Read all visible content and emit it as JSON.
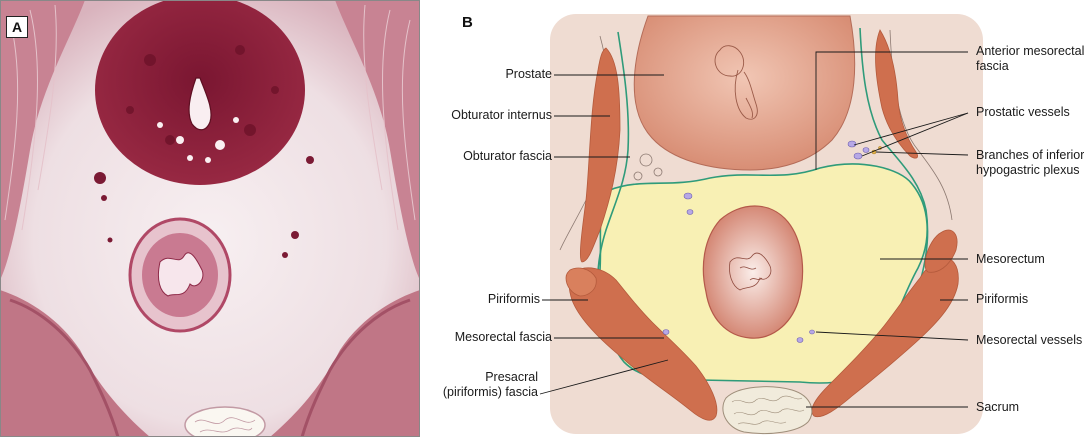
{
  "panel_a": {
    "letter": "A"
  },
  "panel_b": {
    "letter": "B",
    "labels_left": {
      "prostate": "Prostate",
      "obturator_internus": "Obturator internus",
      "obturator_fascia": "Obturator fascia",
      "piriformis": "Piriformis",
      "mesorectal_fascia": "Mesorectal fascia",
      "presacral_line1": "Presacral",
      "presacral_line2": "(piriformis) fascia"
    },
    "labels_right": {
      "anterior_mesorectal_line1": "Anterior mesorectal",
      "anterior_mesorectal_line2": "fascia",
      "prostatic_vessels": "Prostatic vessels",
      "branches_line1": "Branches of inferior",
      "branches_line2": "hypogastric plexus",
      "mesorectum": "Mesorectum",
      "piriformis": "Piriformis",
      "mesorectal_vessels": "Mesorectal vessels",
      "sacrum": "Sacrum"
    }
  },
  "colors": {
    "histology_dark": "#8e1e3a",
    "histology_light": "#f4ecee",
    "background_pad": "#efdcd2",
    "prostate": "#dd9c84",
    "muscle": "#cf6f4e",
    "mesorectum": "#f8f0b4",
    "fascia": "#2f9b7a",
    "vessels": "#b7a8e6",
    "sacrum": "#f1ebdc"
  }
}
